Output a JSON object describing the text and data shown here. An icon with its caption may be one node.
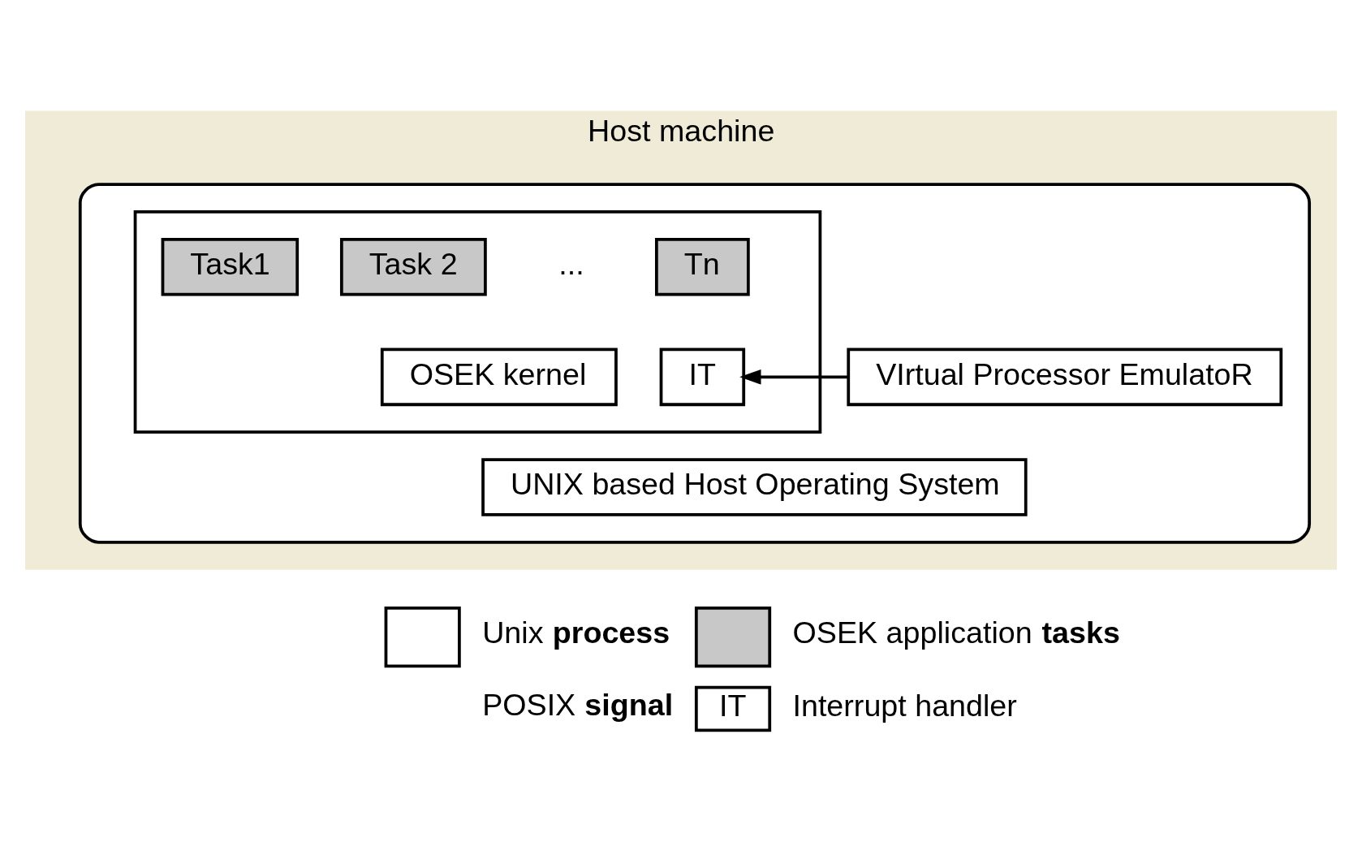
{
  "diagram": {
    "nodes": [
      {
        "text": [
          "Host machine"
        ]
      },
      {
        "text": [],
        "shape": "box",
        "in": 0
      },
      {
        "text": [],
        "shape": "box",
        "in": 1
      },
      {
        "text": [
          "Task1"
        ],
        "in": 2
      },
      {
        "text": [
          "Task 2"
        ],
        "in": 2
      },
      {
        "text": [
          "Tn"
        ],
        "in": 2
      },
      {
        "text": [
          "OSEK kernel"
        ],
        "in": 2
      },
      {
        "text": [
          "IT"
        ],
        "in": 2
      },
      {
        "text": [
          "VIrtual Processor EmulatoR"
        ],
        "in": 1
      },
      {
        "text": [
          "UNIX based Host Operating System"
        ],
        "in": 1
      }
    ],
    "edges": [
      {
        "from": 8,
        "to": 7,
        "arrow": "to"
      }
    ],
    "labels": [
      "...",
      "IT"
    ],
    "legend": [
      {
        "text": "Unix **process**",
        "color": "#ffffff"
      },
      {
        "text": "OSEK application **tasks**",
        "color": "#c8c8c8"
      },
      {
        "text": "POSIX **signal**"
      },
      {
        "text": "Interrupt handler"
      }
    ]
  }
}
